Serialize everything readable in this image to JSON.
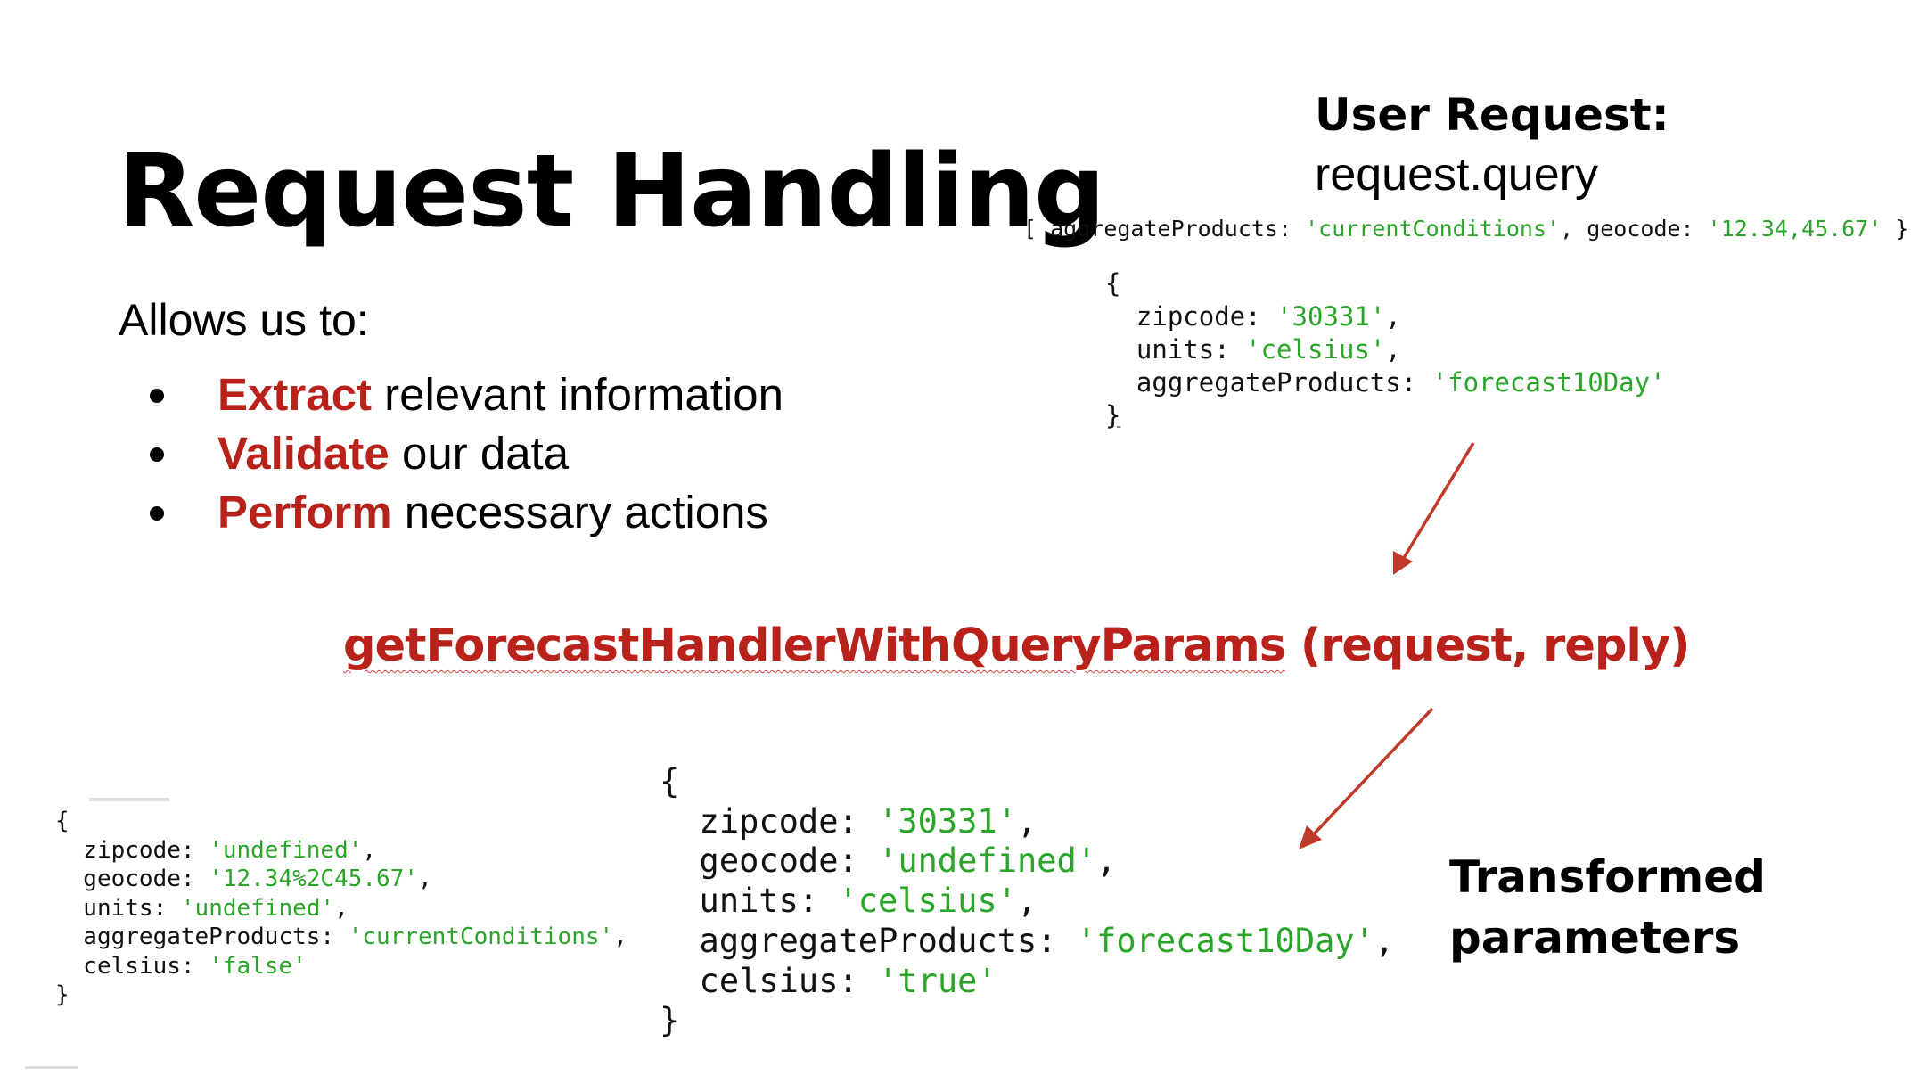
{
  "slide": {
    "title": "Request Handling",
    "intro": "Allows us to:",
    "bullets": [
      {
        "keyword": "Extract",
        "rest": " relevant information"
      },
      {
        "keyword": "Validate",
        "rest": " our data"
      },
      {
        "keyword": "Perform",
        "rest": " necessary actions"
      }
    ],
    "user_request_heading": "User Request:",
    "user_request_sub": "request.query",
    "inline_query": {
      "open": "[ ",
      "k1": "aggregateProducts: ",
      "v1": "'currentConditions'",
      "sep": ", ",
      "k2": "geocode: ",
      "v2": "'12.34,45.67'",
      "close": " }"
    },
    "query_object": {
      "open": "{",
      "zip_key": "  zipcode: ",
      "zip_val": "'30331'",
      "units_key": "  units: ",
      "units_val": "'celsius'",
      "agg_key": "  aggregateProducts: ",
      "agg_val": "'forecast10Day'",
      "close": "}"
    },
    "handler_name": "getForecastHandlerWithQueryParams",
    "handler_args": " (request, reply)",
    "left_object": {
      "open": "{",
      "zip_key": "  zipcode: ",
      "zip_val": "'undefined'",
      "geo_key": "  geocode: ",
      "geo_val": "'12.34%2C45.67'",
      "units_key": "  units: ",
      "units_val": "'undefined'",
      "agg_key": "  aggregateProducts: ",
      "agg_val": "'currentConditions'",
      "cel_key": "  celsius: ",
      "cel_val": "'false'",
      "close": "}"
    },
    "mid_object": {
      "open": "{",
      "zip_key": "  zipcode: ",
      "zip_val": "'30331'",
      "geo_key": "  geocode: ",
      "geo_val": "'undefined'",
      "units_key": "  units: ",
      "units_val": "'celsius'",
      "agg_key": "  aggregateProducts: ",
      "agg_val": "'forecast10Day'",
      "cel_key": "  celsius: ",
      "cel_val": "'true'",
      "close": "}"
    },
    "transformed_line1": "Transformed",
    "transformed_line2": "parameters"
  },
  "colors": {
    "accent": "#b8221a",
    "string": "#2aa52a",
    "arrow": "#c0392b"
  }
}
